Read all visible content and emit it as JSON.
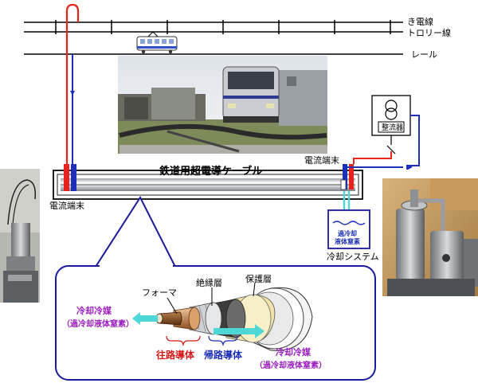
{
  "lines": {
    "feeder": "き電線",
    "trolley": "トロリー線",
    "rail": "レール"
  },
  "cable": {
    "title": "鉄道用超電導ケーブル",
    "terminal_left": "電流端末",
    "terminal_right": "電流端末"
  },
  "rectifier": {
    "label": "整流器"
  },
  "cooling": {
    "tank_line1": "過冷却",
    "tank_line2": "液体窒素",
    "system_label": "冷却システム"
  },
  "cross_section": {
    "former": "フォーマ",
    "insulation": "絶縁層",
    "protection": "保護層",
    "coolant_left_line1": "冷却冷媒",
    "coolant_left_line2": "（過冷却液体窒素）",
    "coolant_right_line1": "冷却冷媒",
    "coolant_right_line2": "（過冷却液体窒素）",
    "outgoing_conductor": "往路導体",
    "return_conductor": "帰路導体"
  },
  "colors": {
    "current_out": "#e8231e",
    "current_return": "#1b2fb8",
    "coolant": "#4fd6d6",
    "callout_border": "#1a1a9a",
    "label_red": "#d41818",
    "label_purple": "#9b1cc0",
    "label_blue": "#1b2fb8"
  }
}
